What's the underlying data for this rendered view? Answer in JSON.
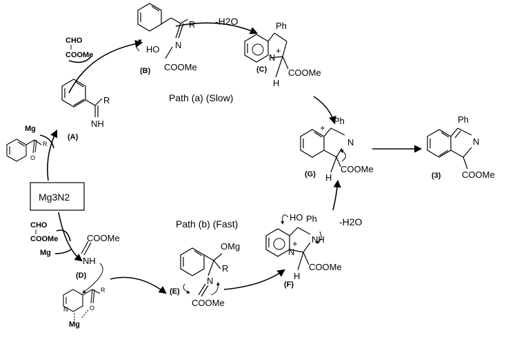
{
  "diagram": {
    "conditions": {
      "dehydration_top": "-H2O",
      "dehydration_right": "-H2O",
      "mg_top": "Mg",
      "mg_bottom": "Mg",
      "glyoxylate_top_cho": "CHO",
      "glyoxylate_top_ester": "COOMe",
      "glyoxylate_bottom_cho": "CHO",
      "glyoxylate_bottom_ester": "COOMe"
    },
    "reagent_box": "Mg3N2",
    "paths": {
      "slow": "Path (a) (Slow)",
      "fast": "Path (b) (Fast)"
    },
    "compounds": {
      "A": {
        "label": "(A)",
        "r": "R",
        "nh": "NH"
      },
      "B": {
        "label": "(B)",
        "r": "R",
        "n": "N",
        "ho": "HO",
        "ester": "COOMe"
      },
      "C": {
        "label": "(C)",
        "ph": "Ph",
        "h": "H",
        "ester": "COOMe",
        "n": "N",
        "charge": "+"
      },
      "G": {
        "label": "(G)",
        "ph": "Ph",
        "h": "H",
        "ester": "COOMe",
        "n": "N",
        "charge": "+"
      },
      "P3": {
        "label": "(3)",
        "ph": "Ph",
        "ester": "COOMe",
        "n": "N"
      },
      "D": {
        "label": "(D)",
        "nh": "NH",
        "ester": "COOMe"
      },
      "E": {
        "label": "(E)",
        "omg": "OMg",
        "r": "R",
        "n": "N",
        "ester": "COOMe"
      },
      "F": {
        "label": "(F)",
        "ho": "HO",
        "ph": "Ph",
        "nh": "NH",
        "h": "H",
        "ester": "COOMe",
        "n": "N",
        "charge": "+"
      },
      "ketone": {
        "r": "R",
        "o": "O"
      },
      "complex": {
        "r": "R",
        "o": "O",
        "n": "N",
        "mg": "Mg"
      }
    }
  }
}
